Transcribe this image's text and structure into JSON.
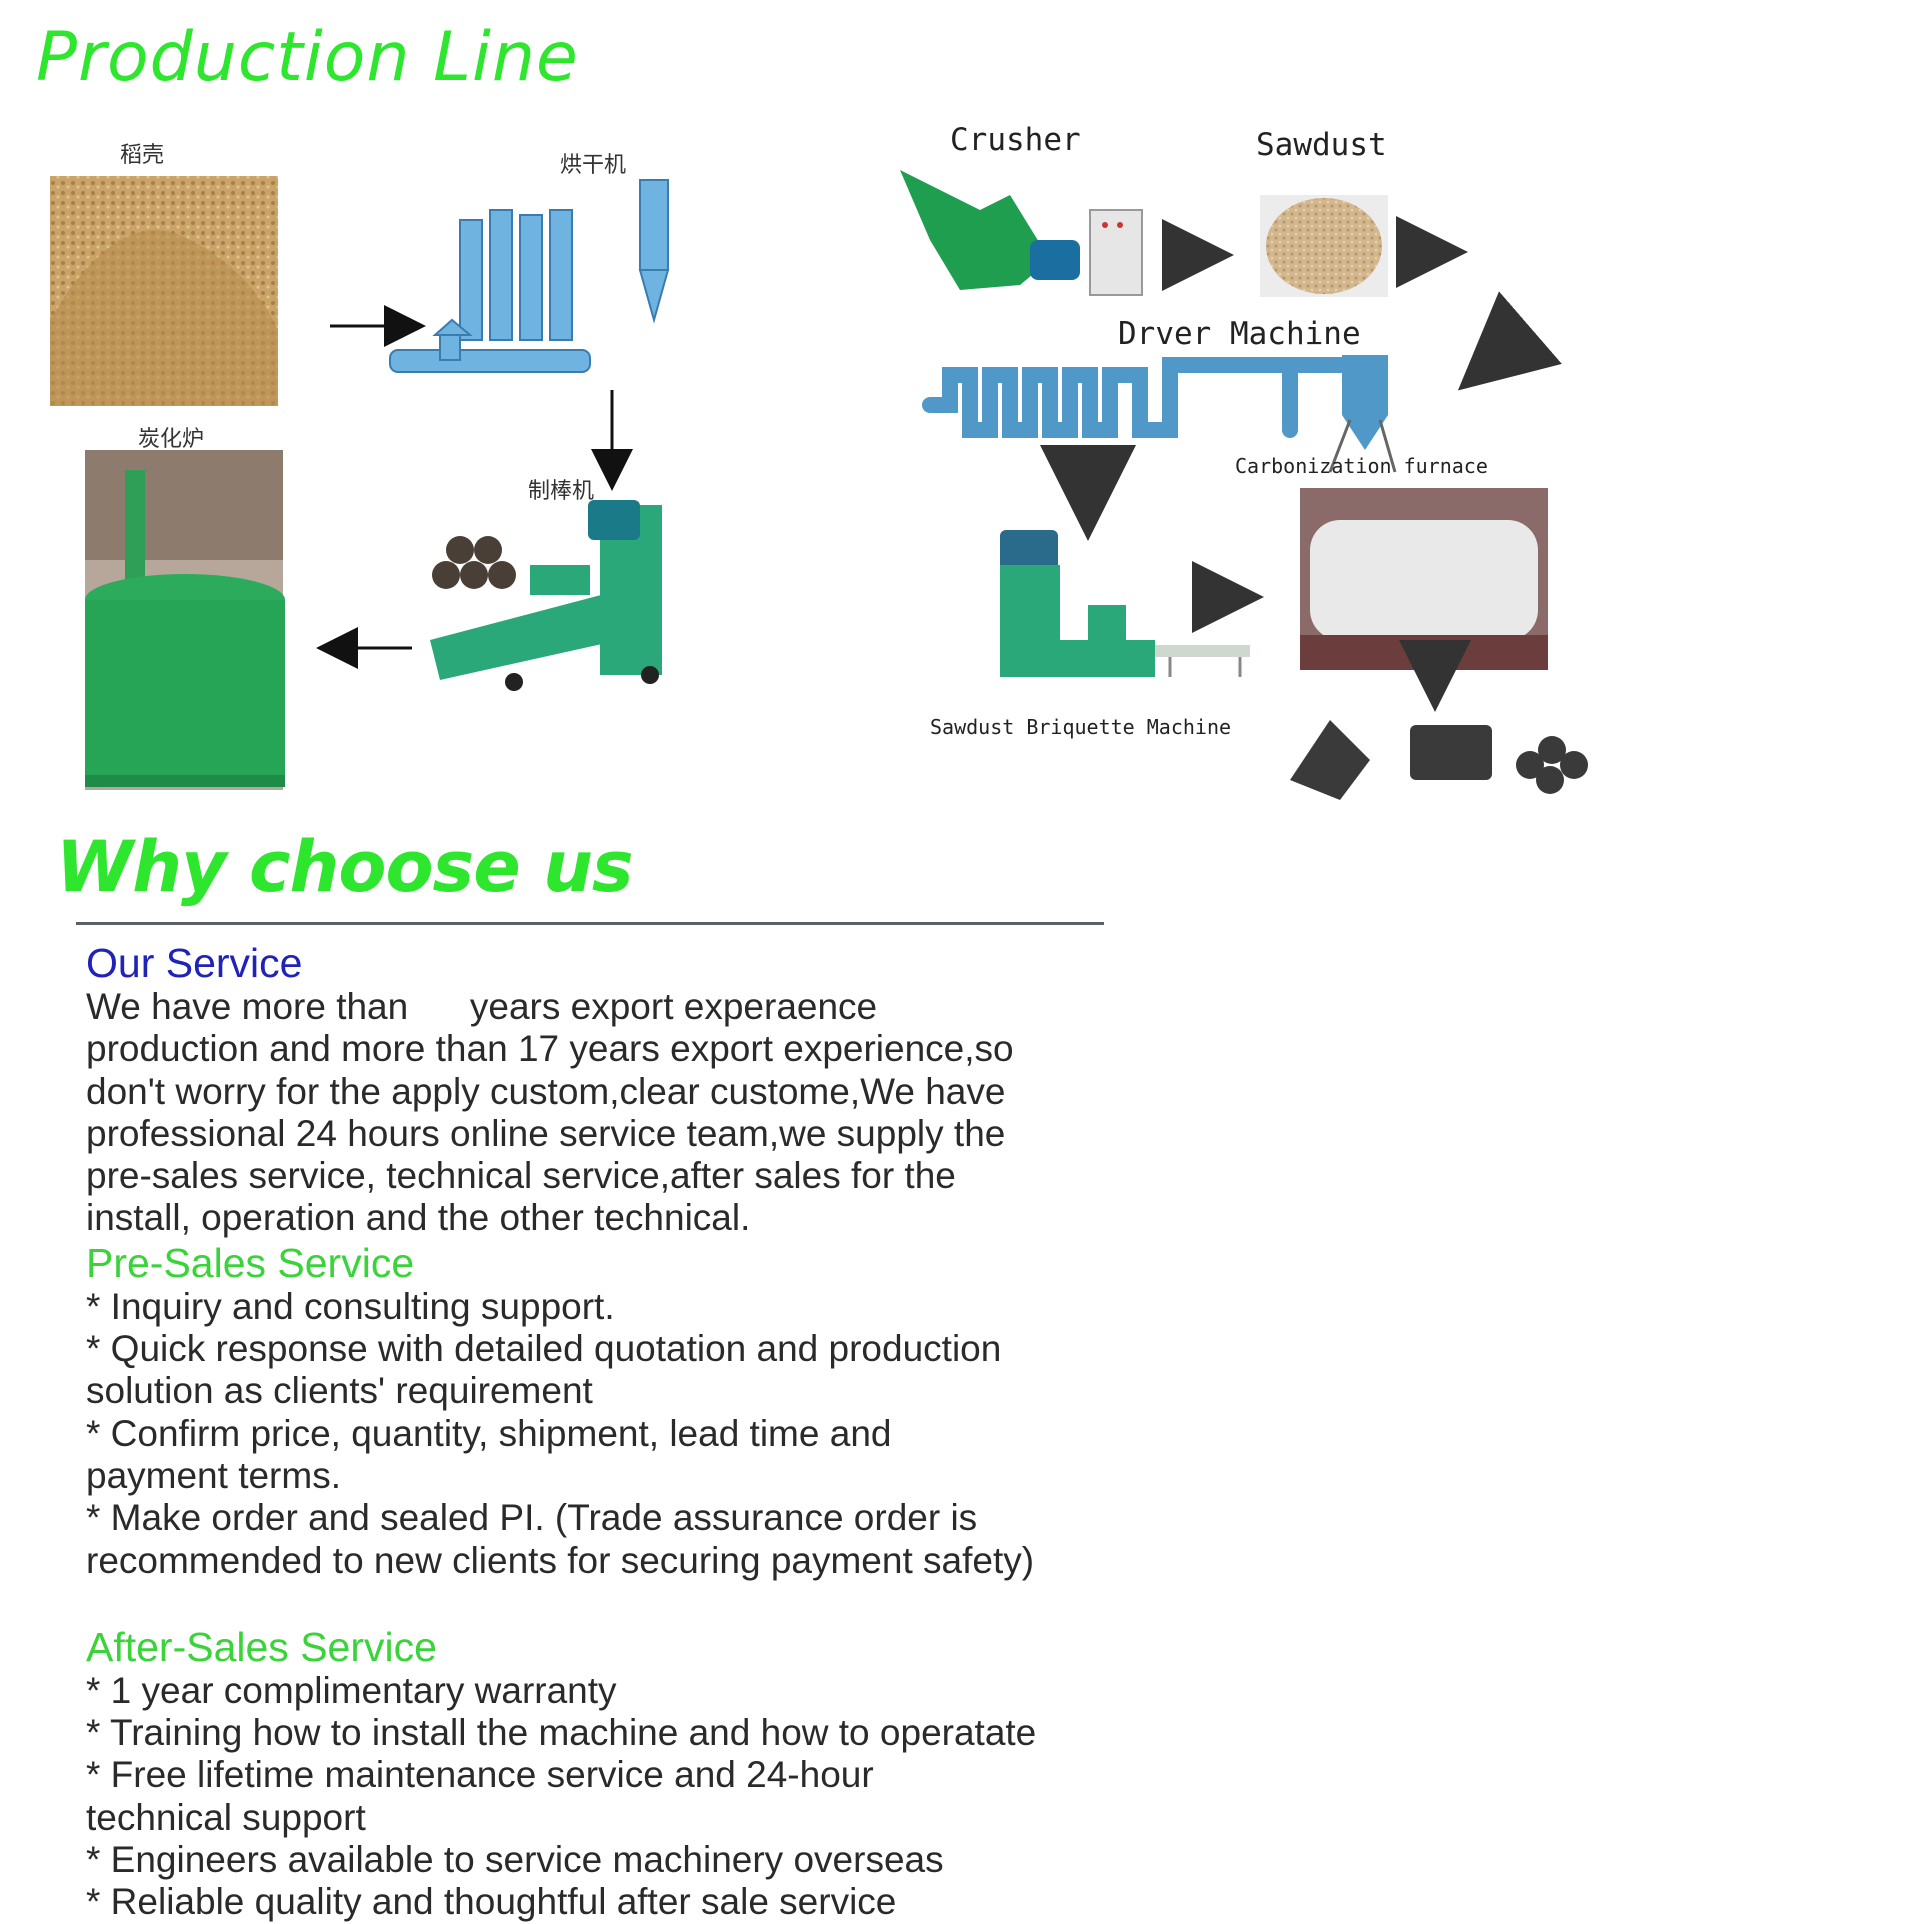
{
  "headings": {
    "production_line": "Production  Line",
    "why_choose_us": "Why choose us"
  },
  "left_diagram": {
    "labels": [
      "稻壳",
      "烘干机",
      "炭化炉",
      "制棒机"
    ]
  },
  "right_diagram": {
    "labels": {
      "crusher": "Crusher",
      "sawdust": "Sawdust",
      "dryer": "Drver Machine",
      "carbonization": "Carbonization furnace",
      "briquette": "Sawdust Briquette Machine"
    }
  },
  "our_service": {
    "title": "Our Service",
    "lines": [
      "We have more than      years export experaence",
      "production and more than 17 years export experience,so",
      "don't worry for the apply custom,clear custome,We have",
      "professional 24 hours online service team,we supply the",
      "pre-sales service, technical service,after sales for the",
      "install, operation and the other technical."
    ]
  },
  "pre_sales": {
    "title": "Pre-Sales Service",
    "lines": [
      "* Inquiry and consulting support.",
      "* Quick response with detailed quotation and production",
      "solution as clients' requirement",
      "* Confirm price, quantity, shipment, lead time and",
      "payment terms.",
      "* Make order and sealed PI. (Trade assurance order is",
      "recommended to new clients for securing payment safety)"
    ]
  },
  "after_sales": {
    "title": "After-Sales Service",
    "lines": [
      "* 1 year complimentary warranty",
      "* Training how to install the machine and how to operatate",
      "* Free lifetime maintenance service and 24-hour",
      "technical support",
      "* Engineers available to service machinery overseas",
      "* Reliable quality and thoughtful after sale service"
    ]
  },
  "colors": {
    "heading_green": "#2ee62e",
    "blue_title": "#1f23b8",
    "green_title": "#3ad43a",
    "machine_teal": "#2aa87a",
    "dryer_blue": "#5aa8d8"
  }
}
